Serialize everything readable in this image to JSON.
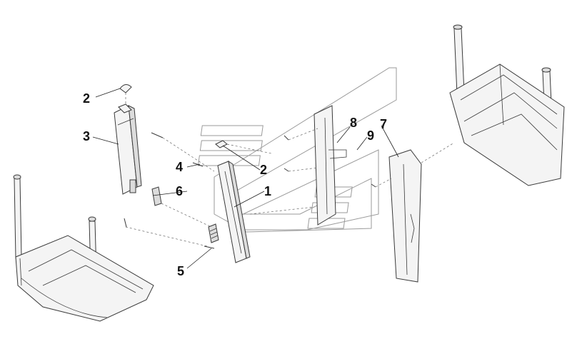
{
  "diagram": {
    "callouts": [
      {
        "id": "c2a",
        "text": "2"
      },
      {
        "id": "c3",
        "text": "3"
      },
      {
        "id": "c4",
        "text": "4"
      },
      {
        "id": "c2b",
        "text": "2"
      },
      {
        "id": "c6",
        "text": "6"
      },
      {
        "id": "c1",
        "text": "1"
      },
      {
        "id": "c5",
        "text": "5"
      },
      {
        "id": "c8",
        "text": "8"
      },
      {
        "id": "c7",
        "text": "7"
      },
      {
        "id": "c9",
        "text": "9"
      }
    ],
    "colors": {
      "line": "#3a3a3a",
      "panel_outline": "#9a9a9a",
      "background": "#ffffff"
    }
  }
}
